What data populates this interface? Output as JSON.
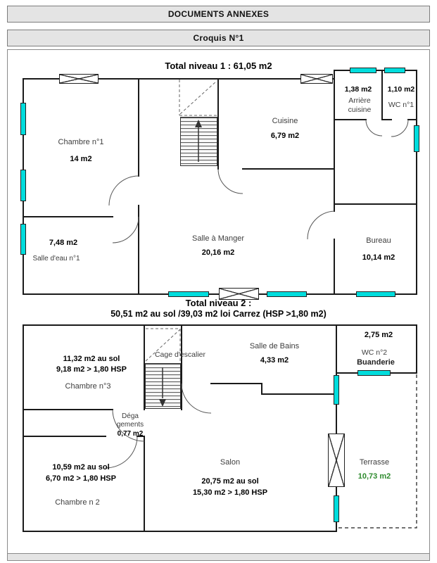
{
  "page": {
    "header1": "DOCUMENTS ANNEXES",
    "header2": "Croquis N°1"
  },
  "level1": {
    "title": "Total niveau 1 : 61,05 m2",
    "rooms": {
      "chambre1": {
        "name": "Chambre n°1",
        "area": "14 m2"
      },
      "cuisine": {
        "name": "Cuisine",
        "area": "6,79 m2"
      },
      "arriere_cuisine": {
        "name": "Arrière cuisine",
        "area": "1,38 m2"
      },
      "wc1": {
        "name": "WC n°1",
        "area": "1,10 m2"
      },
      "salle_a_manger": {
        "name": "Salle à Manger",
        "area": "20,16 m2"
      },
      "salle_eau1": {
        "name": "Salle d'eau n°1",
        "area": "7,48 m2"
      },
      "bureau": {
        "name": "Bureau",
        "area": "10,14 m2"
      }
    }
  },
  "level2": {
    "title": "Total niveau 2 :",
    "subtitle": "50,51 m2 au sol /39,03 m2 loi Carrez (HSP >1,80 m2)",
    "rooms": {
      "chambre3": {
        "name": "Chambre n°3",
        "area_sol": "11,32 m2 au sol",
        "area_carrez": "9,18 m2 > 1,80 HSP"
      },
      "cage_escalier": {
        "name": "Cage d'escalier"
      },
      "salle_de_bains": {
        "name": "Salle de Bains",
        "area": "4,33 m2"
      },
      "wc2": {
        "name": "WC n°2",
        "area": "2,75 m2"
      },
      "buanderie": {
        "name": "Buanderie"
      },
      "degagements": {
        "name_line1": "Déga",
        "name_line2": "gements",
        "area": "0,77 m2"
      },
      "chambre2": {
        "name": "Chambre n 2",
        "area_sol": "10,59 m2 au sol",
        "area_carrez": "6,70 m2 > 1,80 HSP"
      },
      "salon": {
        "name": "Salon",
        "area_sol": "20,75 m2 au sol",
        "area_carrez": "15,30 m2 > 1,80 HSP"
      },
      "terrasse": {
        "name": "Terrasse",
        "area": "10,73 m2"
      }
    }
  },
  "colors": {
    "window_cyan": "#00dddd",
    "terrasse_green": "#2e8b2e",
    "header_bg": "#e4e4e4",
    "wall": "#1a1a1a"
  }
}
